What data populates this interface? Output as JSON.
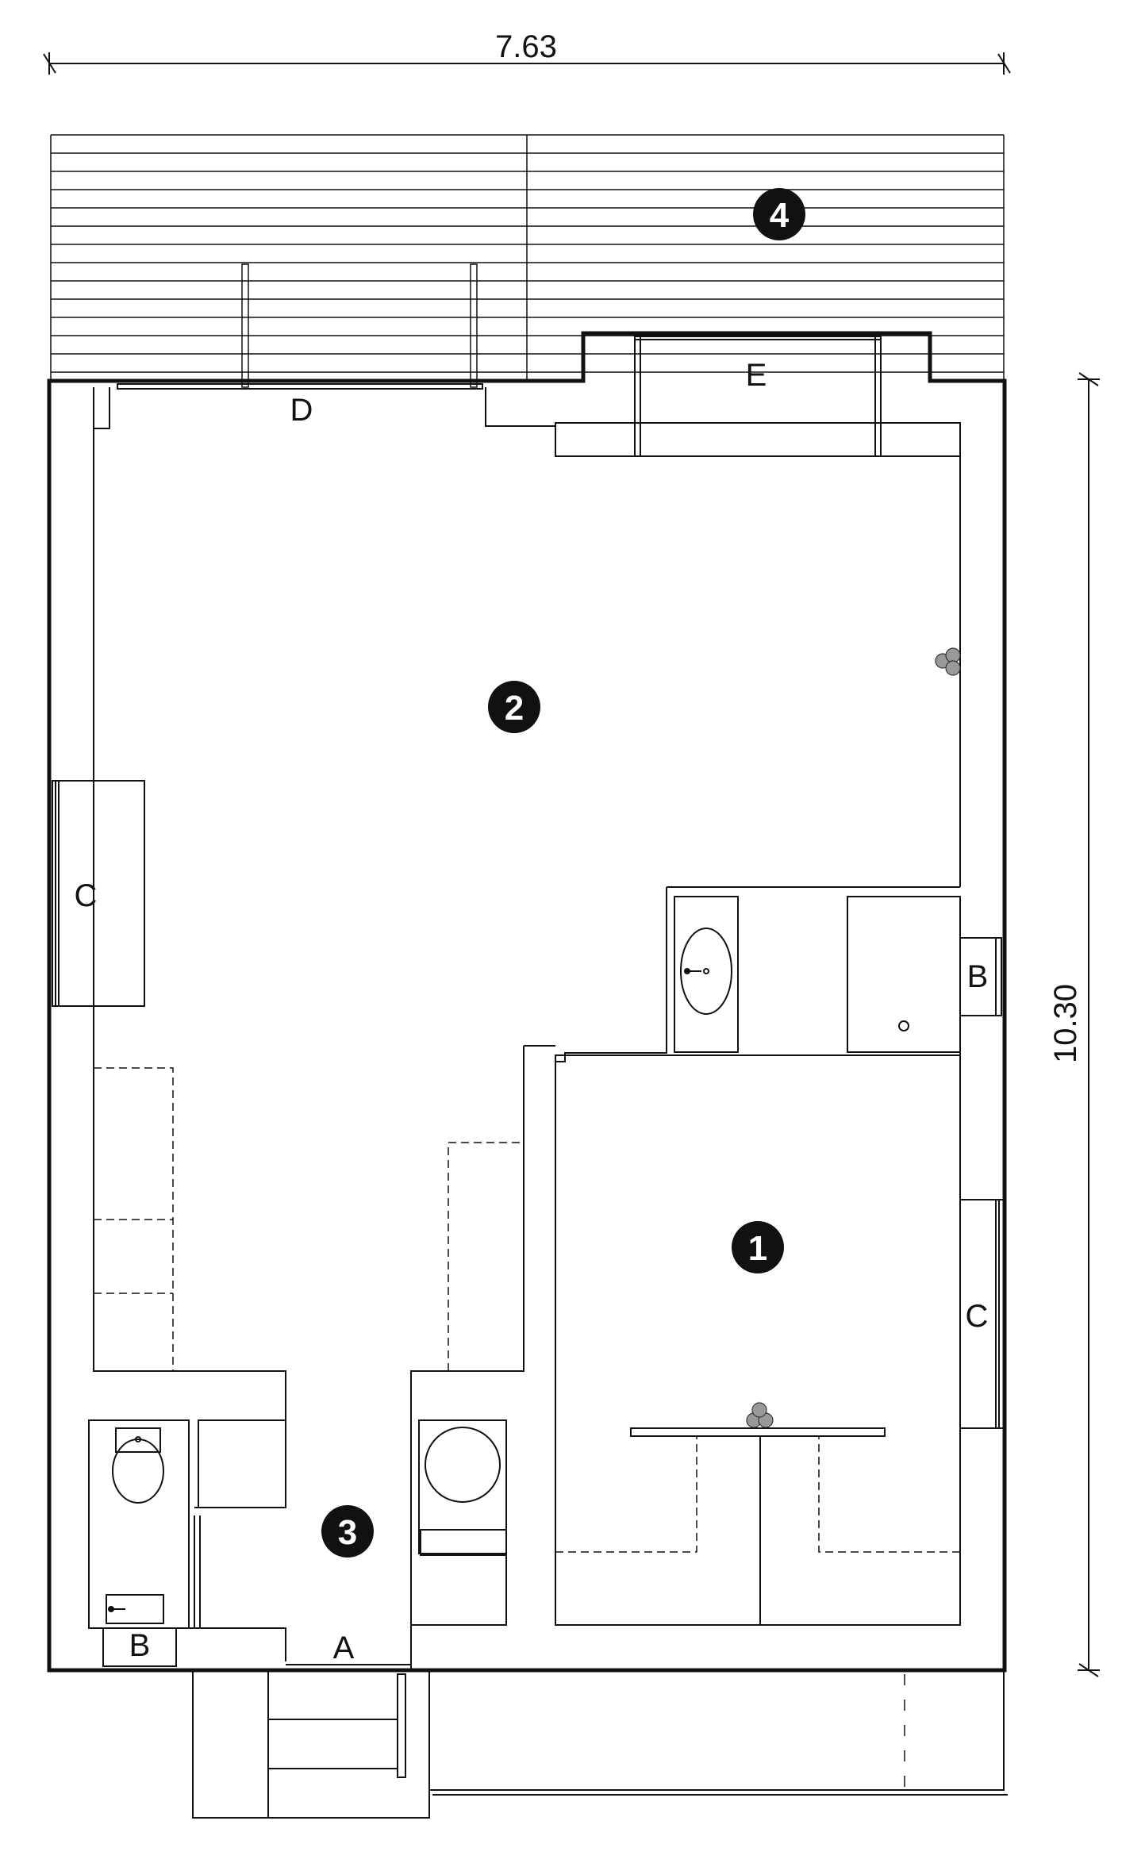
{
  "dimensions": {
    "width": "7.63",
    "height": "10.30"
  },
  "room_markers": [
    "1",
    "2",
    "3",
    "4"
  ],
  "element_labels": {
    "A": "A",
    "B_top": "B",
    "B_bottom": "B",
    "C_left": "C",
    "C_right": "C",
    "D": "D",
    "E": "E"
  }
}
